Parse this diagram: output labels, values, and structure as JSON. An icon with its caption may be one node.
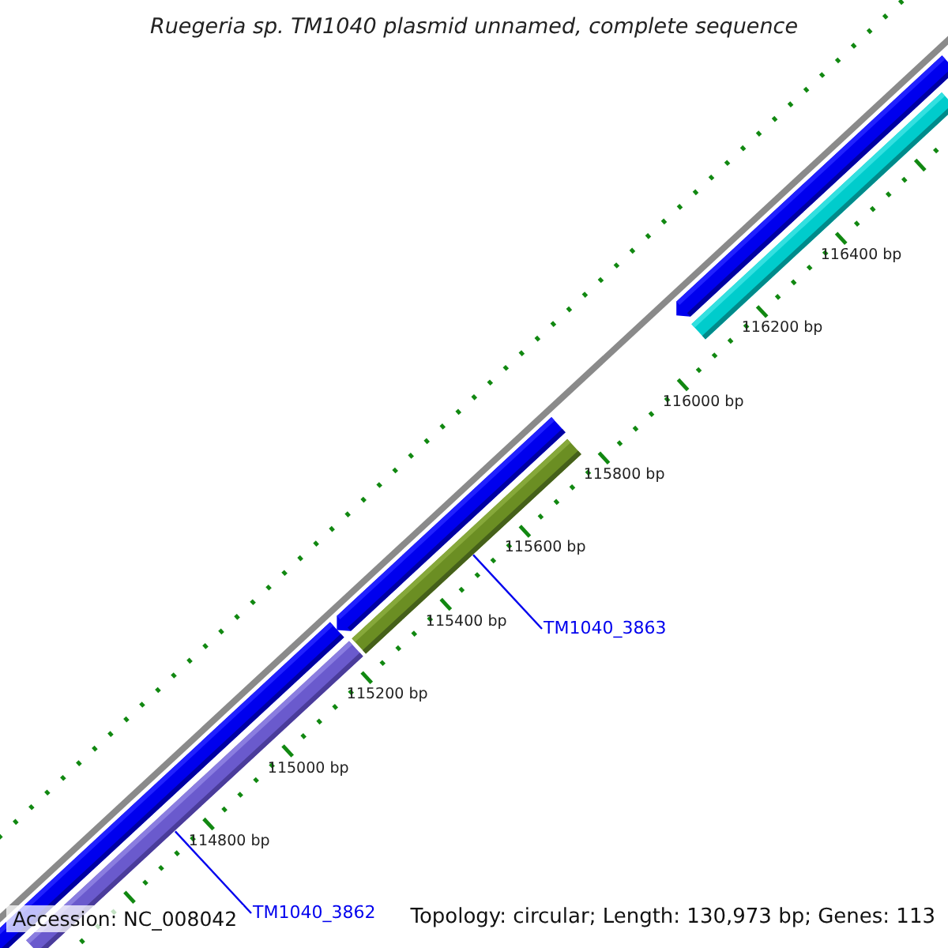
{
  "diagram": {
    "title": "Ruegeria sp. TM1040 plasmid unnamed, complete sequence",
    "nodes": [
      {
        "text": [],
        "shape": "bar"
      },
      {
        "text": [],
        "shape": "bar"
      },
      {
        "text": [],
        "shape": "bar"
      },
      {
        "text": [],
        "shape": "bar"
      },
      {
        "text": [],
        "shape": "bar"
      },
      {
        "text": [],
        "shape": "bar"
      },
      {
        "text": [
          "TM1040_3863"
        ]
      },
      {
        "text": [
          "TM1040_3862"
        ]
      }
    ],
    "edges": [
      {
        "from": 6,
        "to": 3,
        "arrow": "none"
      },
      {
        "from": 7,
        "to": 5,
        "arrow": "none"
      }
    ],
    "labels": [
      "116400 bp",
      "116200 bp",
      "116000 bp",
      "115800 bp",
      "115600 bp",
      "115400 bp",
      "115200 bp",
      "115000 bp",
      "114800 bp",
      "Accession: NC_008042",
      "Topology: circular; Length: 130,973 bp; Genes: 113"
    ]
  }
}
